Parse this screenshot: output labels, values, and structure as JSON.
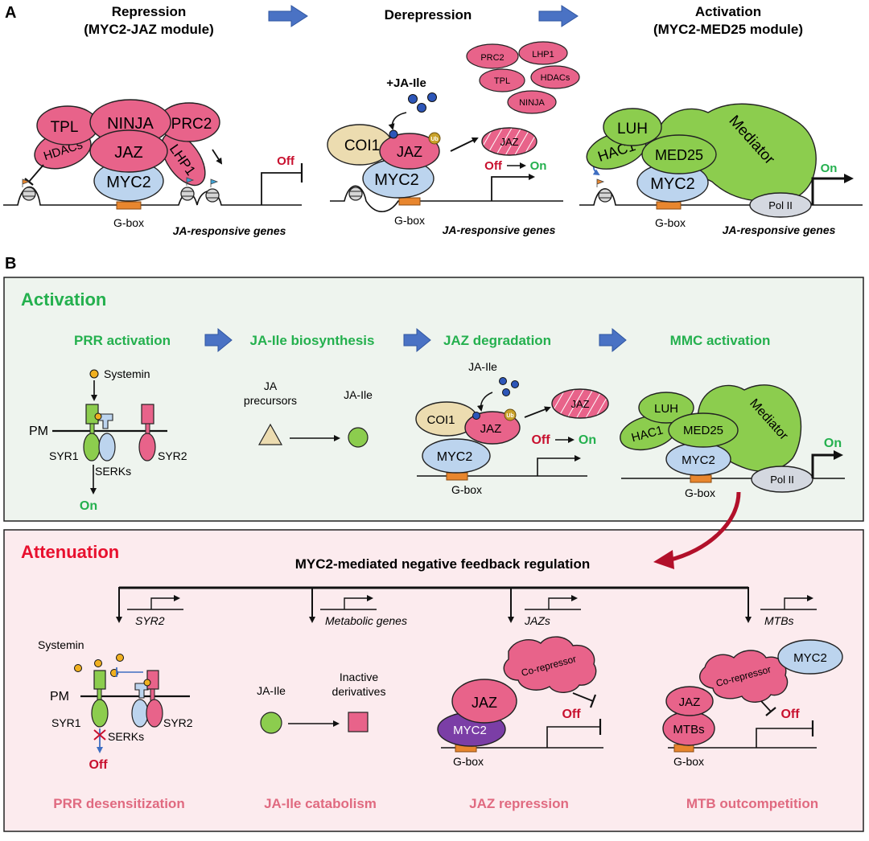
{
  "panel_a": {
    "letter": "A",
    "stage1": {
      "line1": "Repression",
      "line2": "(MYC2-JAZ module)"
    },
    "stage2": {
      "line1": "Derepression"
    },
    "stage3": {
      "line1": "Activation",
      "line2": "(MYC2-MED25 module)"
    },
    "rep": {
      "tpl": "TPL",
      "ninja": "NINJA",
      "prc2": "PRC2",
      "hdacs": "HDACs",
      "jaz": "JAZ",
      "lhp1": "LHP1",
      "myc2": "MYC2",
      "gbox": "G-box",
      "off": "Off",
      "genes": "JA-responsive genes"
    },
    "der": {
      "jaile": "+JA-Ile",
      "coi1": "COI1",
      "jaz": "JAZ",
      "ub": "Ub",
      "myc2": "MYC2",
      "gbox": "G-box",
      "jaz_deg": "JAZ",
      "off": "Off",
      "on": "On",
      "genes": "JA-responsive genes",
      "prc2": "PRC2",
      "lhp1": "LHP1",
      "tpl": "TPL",
      "hdacs": "HDACs",
      "ninja": "NINJA"
    },
    "act": {
      "luh": "LUH",
      "hac1": "HAC1",
      "med25": "MED25",
      "mediator": "Mediator",
      "myc2": "MYC2",
      "polii": "Pol II",
      "gbox": "G-box",
      "on": "On",
      "genes": "JA-responsive genes"
    }
  },
  "panel_b": {
    "letter": "B",
    "activation": {
      "title": "Activation",
      "steps": [
        "PRR activation",
        "JA-Ile biosynthesis",
        "JAZ degradation",
        "MMC activation"
      ],
      "prr": {
        "systemin": "Systemin",
        "pm": "PM",
        "syr1": "SYR1",
        "serks": "SERKs",
        "syr2": "SYR2",
        "on": "On"
      },
      "bio": {
        "precursors_1": "JA",
        "precursors_2": "precursors",
        "jaile": "JA-Ile"
      },
      "deg": {
        "jaile": "JA-Ile",
        "coi1": "COI1",
        "jaz": "JAZ",
        "ub": "Ub",
        "myc2": "MYC2",
        "gbox": "G-box",
        "jaz_deg": "JAZ",
        "off": "Off",
        "on": "On"
      },
      "mmc": {
        "luh": "LUH",
        "hac1": "HAC1",
        "med25": "MED25",
        "mediator": "Mediator",
        "myc2": "MYC2",
        "polii": "Pol II",
        "gbox": "G-box",
        "on": "On"
      }
    },
    "attenuation": {
      "title": "Attenuation",
      "subtitle": "MYC2-mediated negative feedback regulation",
      "targets": [
        "SYR2",
        "Metabolic genes",
        "JAZs",
        "MTBs"
      ],
      "prr": {
        "systemin": "Systemin",
        "pm": "PM",
        "syr1": "SYR1",
        "serks": "SERKs",
        "syr2": "SYR2",
        "off": "Off"
      },
      "cat": {
        "jaile": "JA-Ile",
        "inactive_1": "Inactive",
        "inactive_2": "derivatives"
      },
      "rep": {
        "corep": "Co-repressor",
        "jaz": "JAZ",
        "myc2": "MYC2",
        "gbox": "G-box",
        "off": "Off"
      },
      "mtb": {
        "corep": "Co-repressor",
        "myc2": "MYC2",
        "jaz": "JAZ",
        "mtbs": "MTBs",
        "gbox": "G-box",
        "off": "Off"
      },
      "captions": [
        "PRR desensitization",
        "JA-Ile catabolism",
        "JAZ repression",
        "MTB outcompetition"
      ]
    }
  },
  "colors": {
    "pink": "#e8638a",
    "blue_light": "#bcd4ee",
    "green": "#8ccd4e",
    "beige": "#ecdcb0",
    "orange": "#e8862e",
    "purple": "#7b3ea6",
    "grey": "#d4d8e0",
    "green_text": "#24b04e",
    "red_text": "#c8102e",
    "salmon_text": "#e06a80",
    "arrow_blue": "#3e6ec2",
    "box_green": "#eef4ee",
    "box_pink": "#fcebee"
  }
}
